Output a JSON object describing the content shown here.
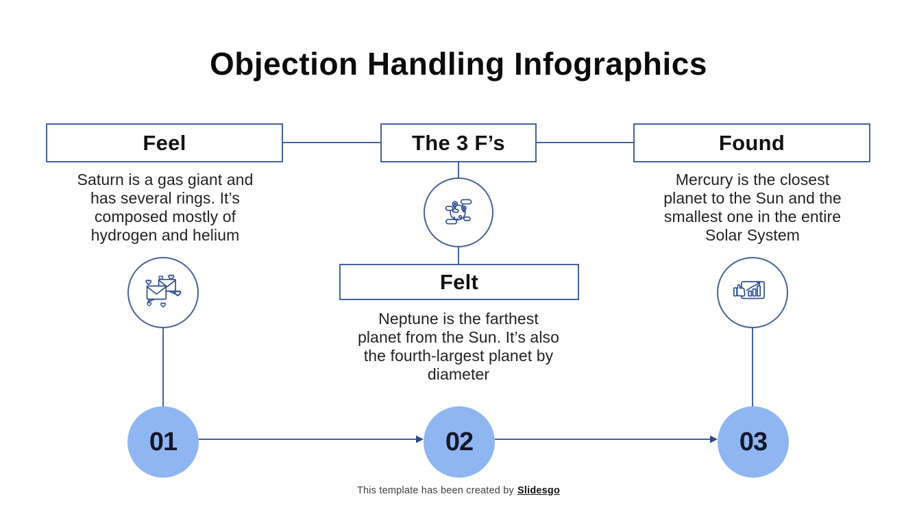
{
  "slide": {
    "title": "Objection Handling Infographics",
    "footer_text": "This template has been created by",
    "footer_brand": "Slidesgo"
  },
  "boxes": {
    "feel": {
      "label": "Feel"
    },
    "three_fs": {
      "label": "The 3 F’s"
    },
    "felt": {
      "label": "Felt"
    },
    "found": {
      "label": "Found"
    }
  },
  "descriptions": {
    "feel": [
      "Saturn is a gas giant and",
      "has several rings. It’s",
      "composed mostly of",
      "hydrogen and helium"
    ],
    "felt": [
      "Neptune is the farthest",
      "planet from the Sun. It’s also",
      "the fourth-largest planet by",
      "diameter"
    ],
    "found": [
      "Mercury is the closest",
      "planet to the Sun and the",
      "smallest one in the entire",
      "Solar System"
    ]
  },
  "steps": [
    {
      "number": "01"
    },
    {
      "number": "02"
    },
    {
      "number": "03"
    }
  ],
  "icons": {
    "left": "love-letters-icon",
    "center": "global-communication-icon",
    "right": "sales-growth-presentation-icon"
  },
  "colors": {
    "line": "#44619B",
    "icon_stroke": "#2E4E92",
    "step_fill": "#8FB6F1",
    "title": "#0B0B0B",
    "body": "#222222"
  }
}
